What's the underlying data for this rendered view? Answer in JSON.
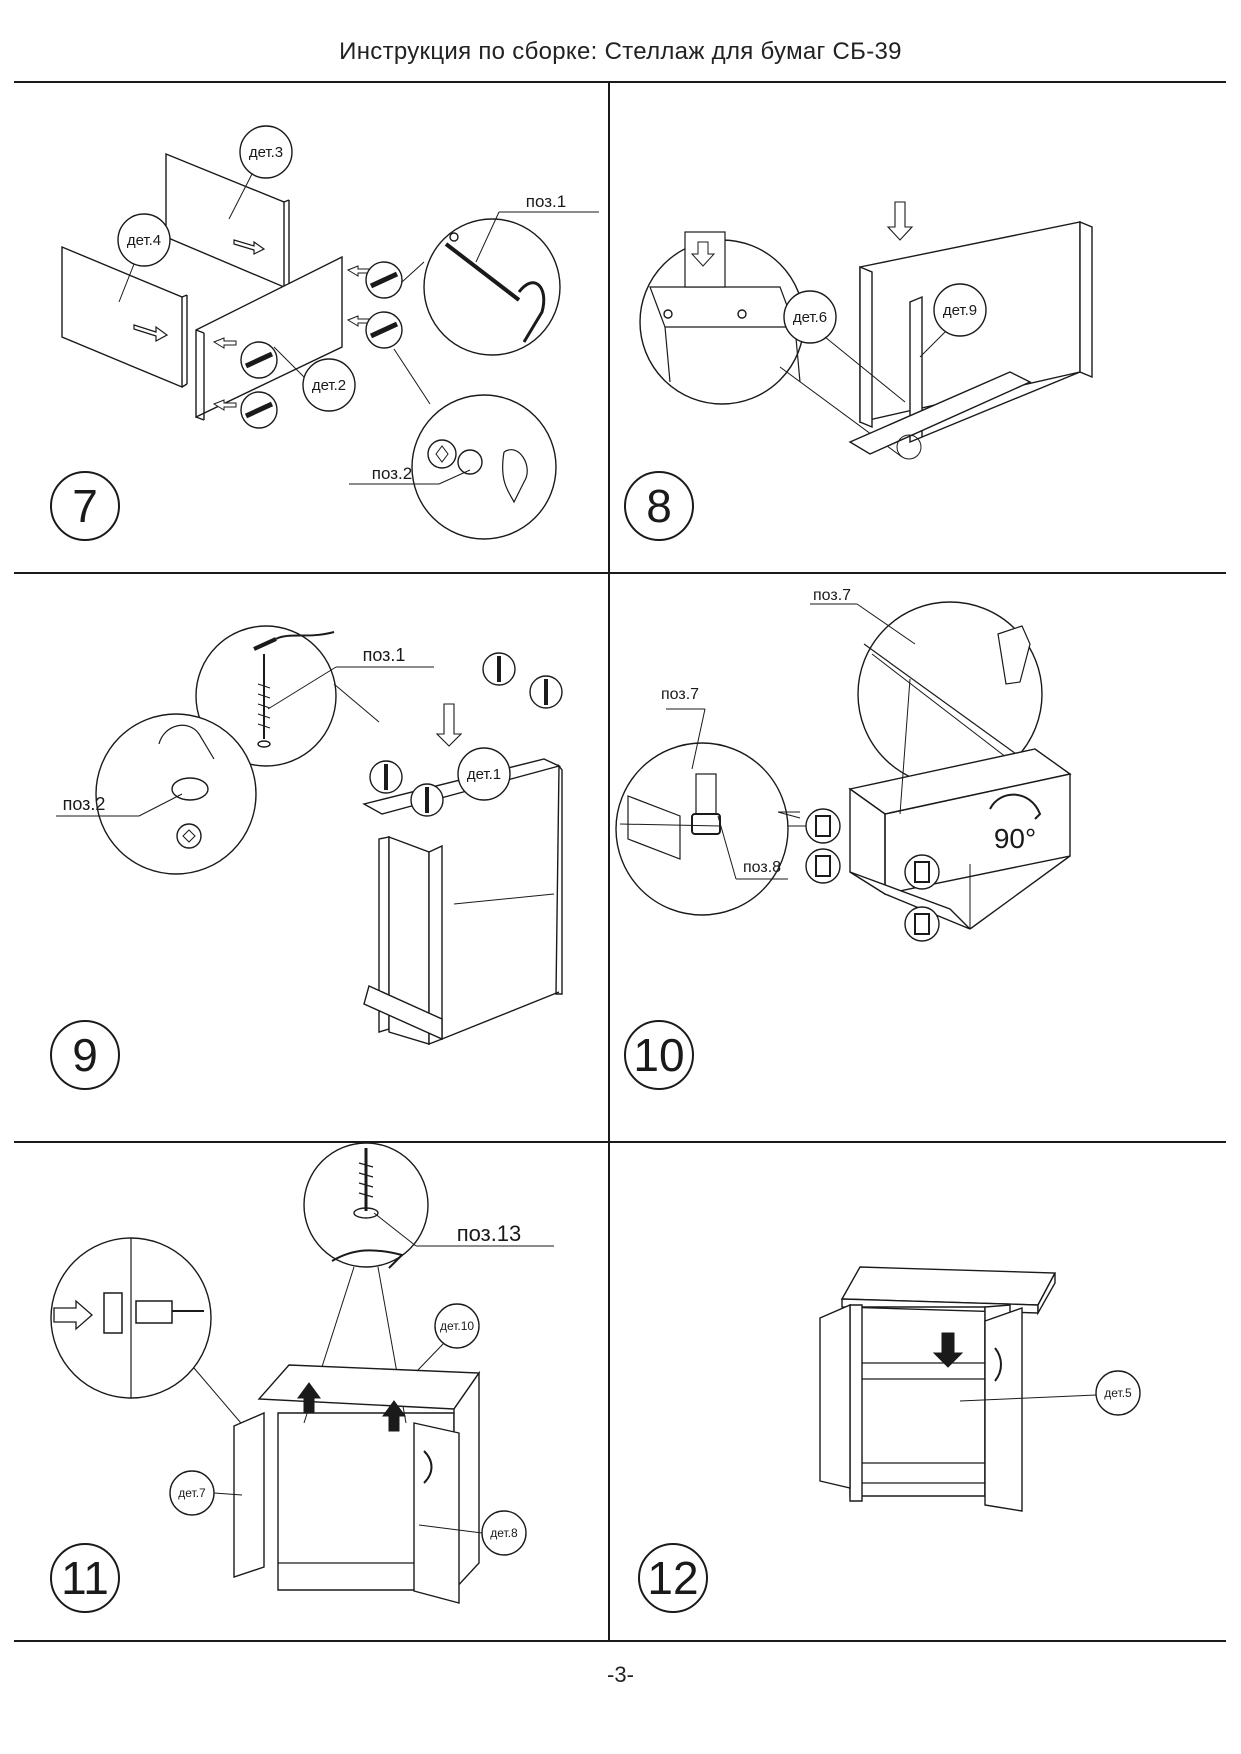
{
  "header": {
    "title": "Инструкция по сборке: Стеллаж для бумаг  СБ-39"
  },
  "steps": [
    {
      "number": "7",
      "labels": {
        "d3": "дет.3",
        "d4": "дет.4",
        "d2": "дет.2",
        "p1": "поз.1",
        "p2": "поз.2"
      }
    },
    {
      "number": "8",
      "labels": {
        "d6": "дет.6",
        "d9": "дет.9"
      }
    },
    {
      "number": "9",
      "labels": {
        "p1": "поз.1",
        "p2": "поз.2",
        "d1": "дет.1"
      }
    },
    {
      "number": "10",
      "labels": {
        "p7a": "поз.7",
        "p7b": "поз.7",
        "p8": "поз.8",
        "angle": "90°"
      }
    },
    {
      "number": "11",
      "labels": {
        "p13": "поз.13",
        "d10": "дет.10",
        "d7": "дет.7",
        "d8": "дет.8"
      }
    },
    {
      "number": "12",
      "labels": {
        "d5": "дет.5"
      }
    }
  ],
  "footer": {
    "page": "-3-"
  }
}
